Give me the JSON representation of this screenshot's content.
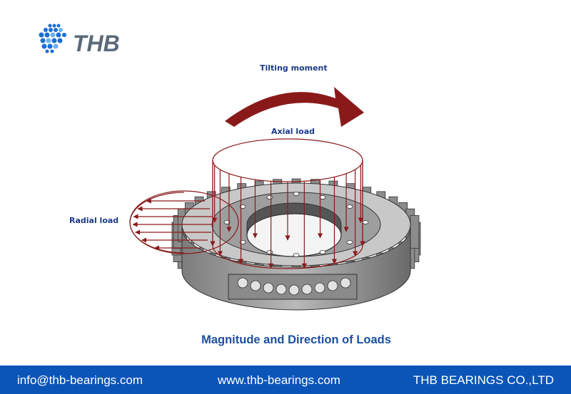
{
  "logo": {
    "text": "THB",
    "dot_color": "#1a6fd6",
    "text_color": "#5a6a7a"
  },
  "diagram": {
    "tilting_label": "Tilting moment",
    "axial_label": "Axial load",
    "radial_label": "Radial load",
    "arrow_color": "#8a1a1a",
    "label_color": "#1a3a8a"
  },
  "caption": "Magnitude and Direction of Loads",
  "footer": {
    "email": "info@thb-bearings.com",
    "website": "www.thb-bearings.com",
    "company": "THB BEARINGS CO.,LTD",
    "bg_color": "#0b55b8"
  }
}
